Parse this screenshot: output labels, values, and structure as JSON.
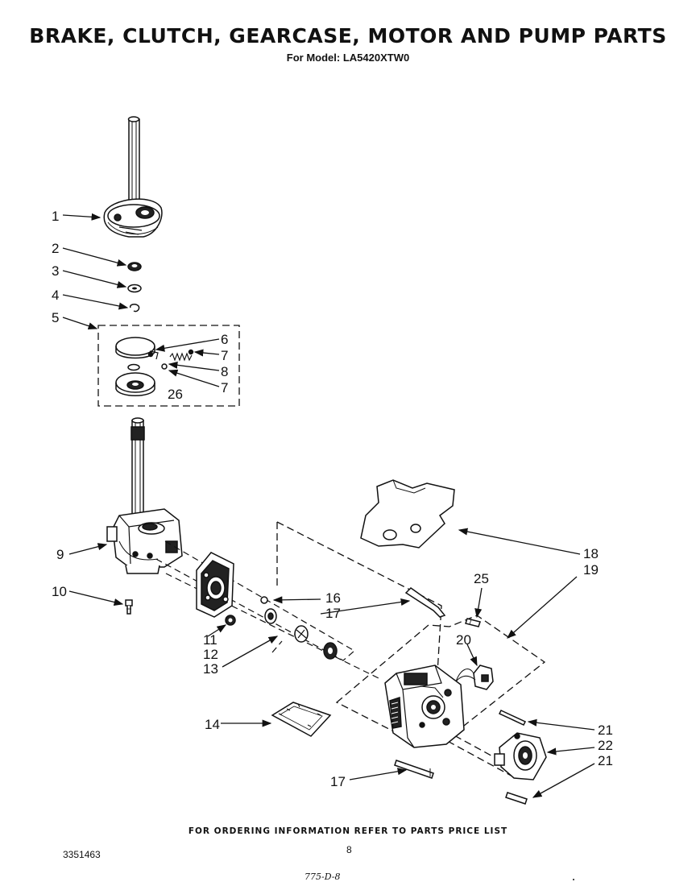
{
  "header": {
    "title": "BRAKE, CLUTCH, GEARCASE, MOTOR AND PUMP PARTS",
    "model_line": "For Model: LA5420XTW0"
  },
  "callouts": [
    "1",
    "2",
    "3",
    "4",
    "5",
    "6",
    "7",
    "8",
    "7",
    "26",
    "9",
    "10",
    "11",
    "12",
    "13",
    "14",
    "16",
    "17",
    "17",
    "18",
    "19",
    "20",
    "21",
    "22",
    "21",
    "25"
  ],
  "footer": {
    "ordering_note": "FOR ORDERING INFORMATION REFER TO PARTS PRICE LIST",
    "doc_number": "3351463",
    "page": "8",
    "handwritten": "775-D-8"
  }
}
